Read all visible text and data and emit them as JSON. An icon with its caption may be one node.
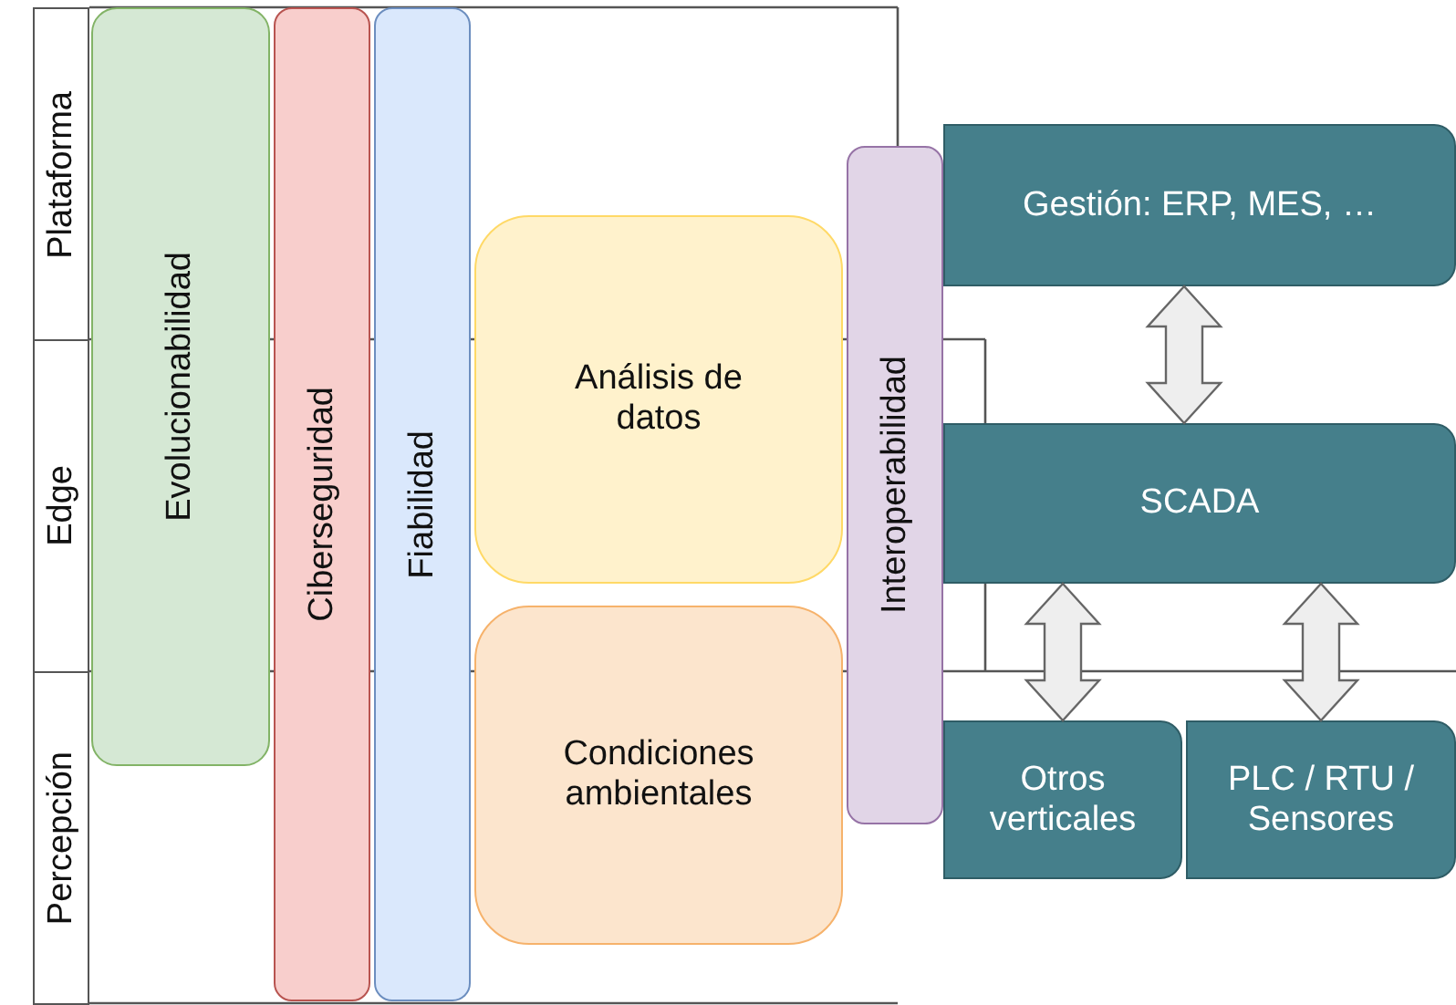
{
  "diagram": {
    "nodes": [
      {
        "text": [
          "Plataforma"
        ]
      },
      {
        "text": [
          "Edge"
        ]
      },
      {
        "text": [
          "Percepción"
        ]
      },
      {
        "text": [
          "Evolucionabilidad"
        ]
      },
      {
        "text": [
          "Ciberseguridad"
        ]
      },
      {
        "text": [
          "Fiabilidad"
        ]
      },
      {
        "text": [
          "Análisis de datos"
        ]
      },
      {
        "text": [
          "Condiciones ambientales"
        ]
      },
      {
        "text": [
          "Gestión: ERP, MES, …"
        ]
      },
      {
        "text": [
          "SCADA"
        ]
      },
      {
        "text": [
          "Otros verticales"
        ]
      },
      {
        "text": [
          "PLC / RTU / Sensores"
        ]
      },
      {
        "text": [
          "Interoperabilidad"
        ]
      }
    ],
    "edges": [
      {
        "from": 8,
        "to": 9,
        "arrow": "both"
      },
      {
        "from": 9,
        "to": 10,
        "arrow": "both"
      },
      {
        "from": 9,
        "to": 11,
        "arrow": "both"
      }
    ]
  }
}
